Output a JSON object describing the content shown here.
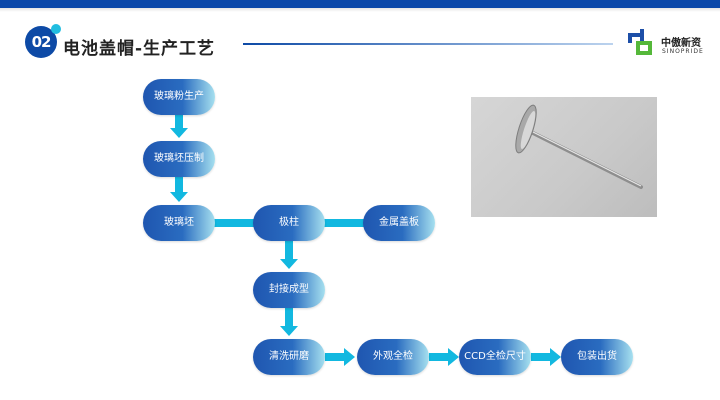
{
  "header": {
    "badge": "02",
    "title": "电池盖帽-生产工艺",
    "logo_cn": "中傲新资",
    "logo_en": "SINOPRIDE"
  },
  "colors": {
    "brand": "#0a47a9",
    "arrow": "#12b8e0"
  },
  "steps": {
    "s1": "玻璃粉生产",
    "s2": "玻璃坯压制",
    "s3": "玻璃坯",
    "s4": "极柱",
    "s5": "金属盖板",
    "s6": "封接成型",
    "s7": "清洗研磨",
    "s8": "外观全检",
    "s9": "CCD全检尺寸",
    "s10": "包装出货"
  }
}
